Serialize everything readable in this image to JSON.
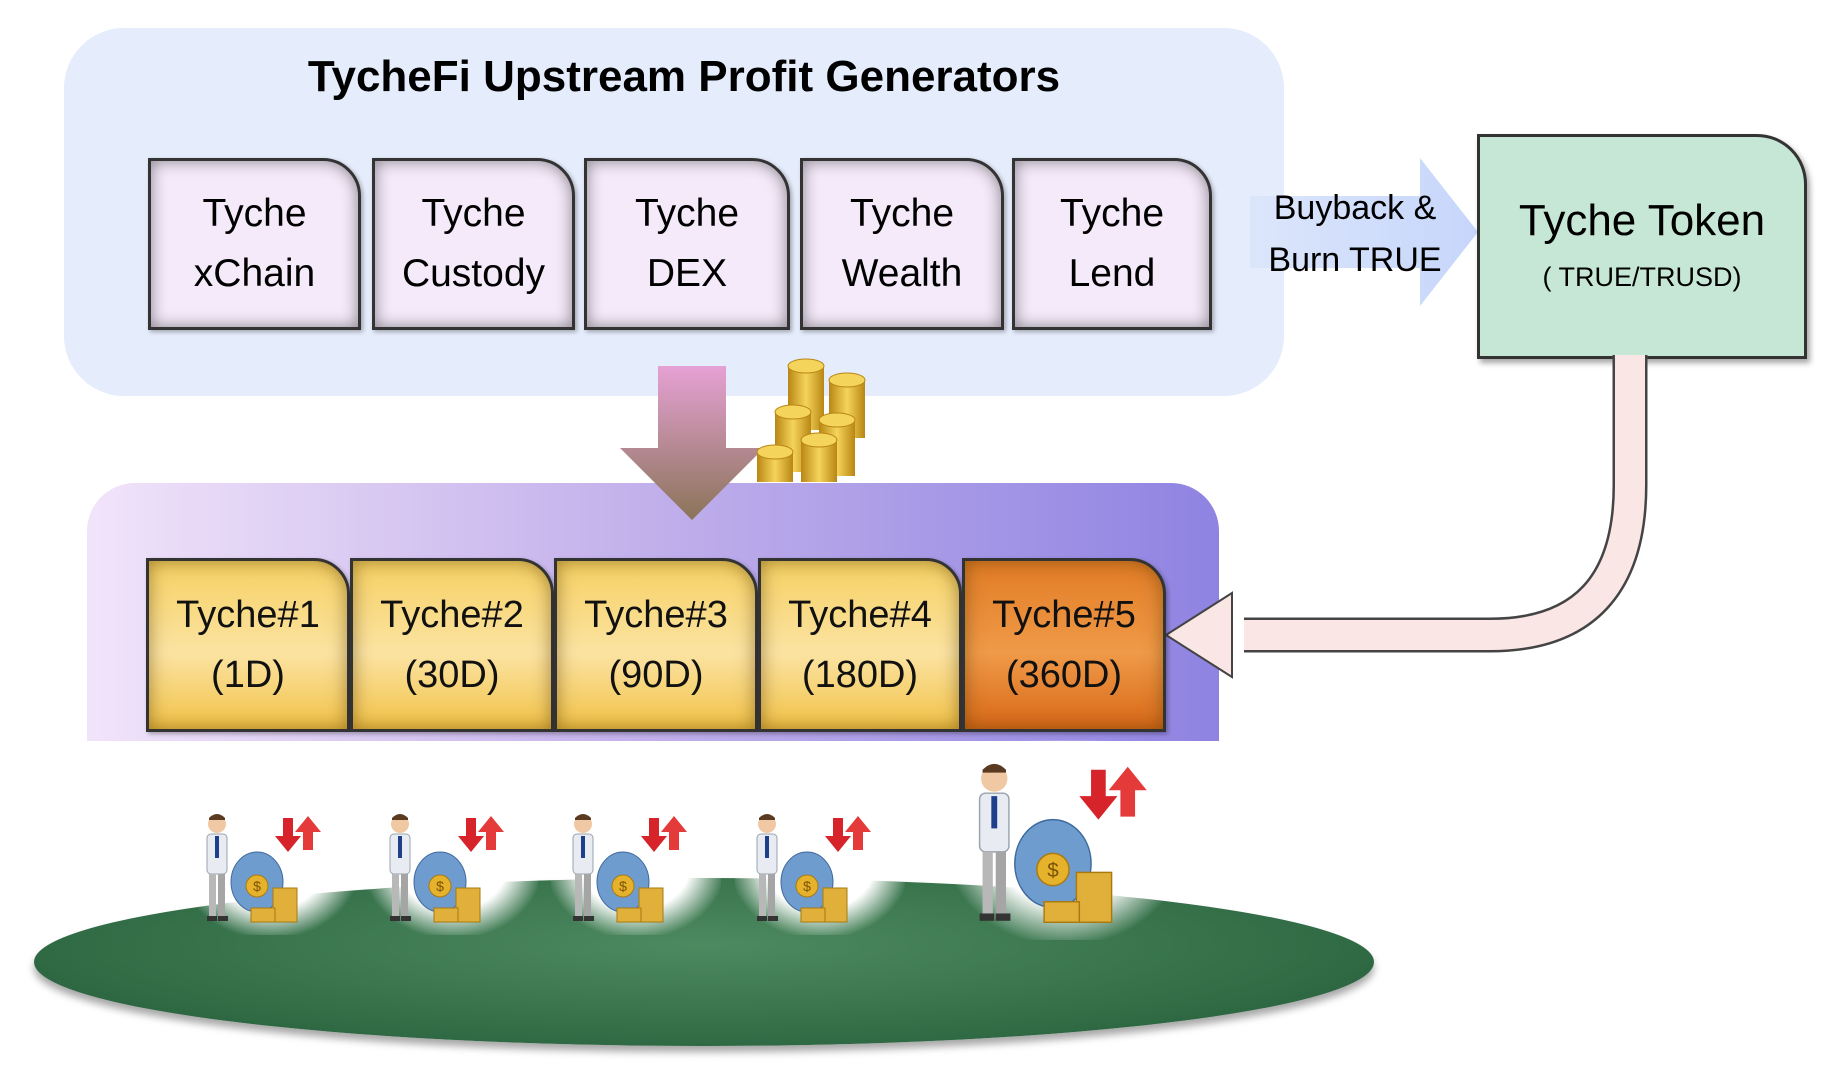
{
  "diagram": {
    "title": "TycheFi Upstream Profit Generators",
    "generators": [
      {
        "line1": "Tyche",
        "line2": "xChain"
      },
      {
        "line1": "Tyche",
        "line2": "Custody"
      },
      {
        "line1": "Tyche",
        "line2": "DEX"
      },
      {
        "line1": "Tyche",
        "line2": "Wealth"
      },
      {
        "line1": "Tyche",
        "line2": "Lend"
      }
    ],
    "buyback_line1": "Buyback &",
    "buyback_line2": "Burn TRUE",
    "token": {
      "name": "Tyche Token",
      "sub": "( TRUE/TRUSD)"
    },
    "tiers": [
      {
        "name": "Tyche#1",
        "term": "(1D)"
      },
      {
        "name": "Tyche#2",
        "term": "(30D)"
      },
      {
        "name": "Tyche#3",
        "term": "(90D)"
      },
      {
        "name": "Tyche#4",
        "term": "(180D)"
      },
      {
        "name": "Tyche#5",
        "term": "(360D)"
      }
    ]
  },
  "colors": {
    "upstream_panel": "#e5ecfb",
    "generator_fill": "#f5eafa",
    "token_fill": "#c6e7d6",
    "tier_yellow": "#f6d163",
    "tier_orange": "#e27c26",
    "ground": "#2f6a44",
    "buyback_arrow": "#cddcfb",
    "return_arrow": "#fbe6e6",
    "down_arrow_top": "#e6a1d4",
    "down_arrow_bottom": "#8a7458",
    "coin_gold": "#e8b92c"
  },
  "icons": [
    "gold-coins-icon",
    "investor-icon",
    "money-bag-icon",
    "down-arrow-icon",
    "up-arrow-icon"
  ]
}
